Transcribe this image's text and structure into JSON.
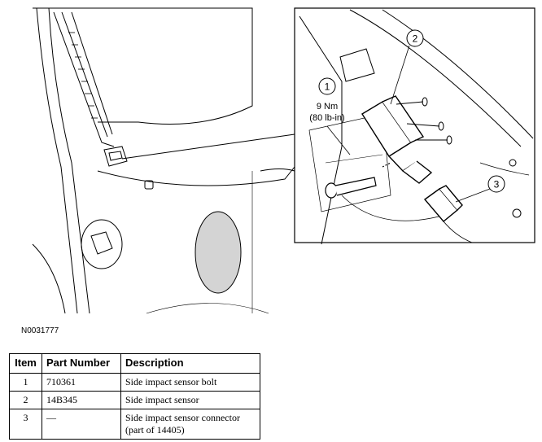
{
  "figure": {
    "id": "N0031777",
    "callouts": [
      {
        "number": "1",
        "torque_nm": "9 Nm",
        "torque_lbin": "(80 lb-in)"
      },
      {
        "number": "2"
      },
      {
        "number": "3"
      }
    ]
  },
  "table": {
    "headers": {
      "item": "Item",
      "part_number": "Part Number",
      "description": "Description"
    },
    "rows": [
      {
        "item": "1",
        "part_number": "710361",
        "description": [
          "Side impact sensor bolt"
        ]
      },
      {
        "item": "2",
        "part_number": "14B345",
        "description": [
          "Side impact sensor"
        ]
      },
      {
        "item": "3",
        "part_number": "—",
        "description": [
          "Side impact sensor connector",
          "(part of 14405)"
        ]
      }
    ]
  }
}
